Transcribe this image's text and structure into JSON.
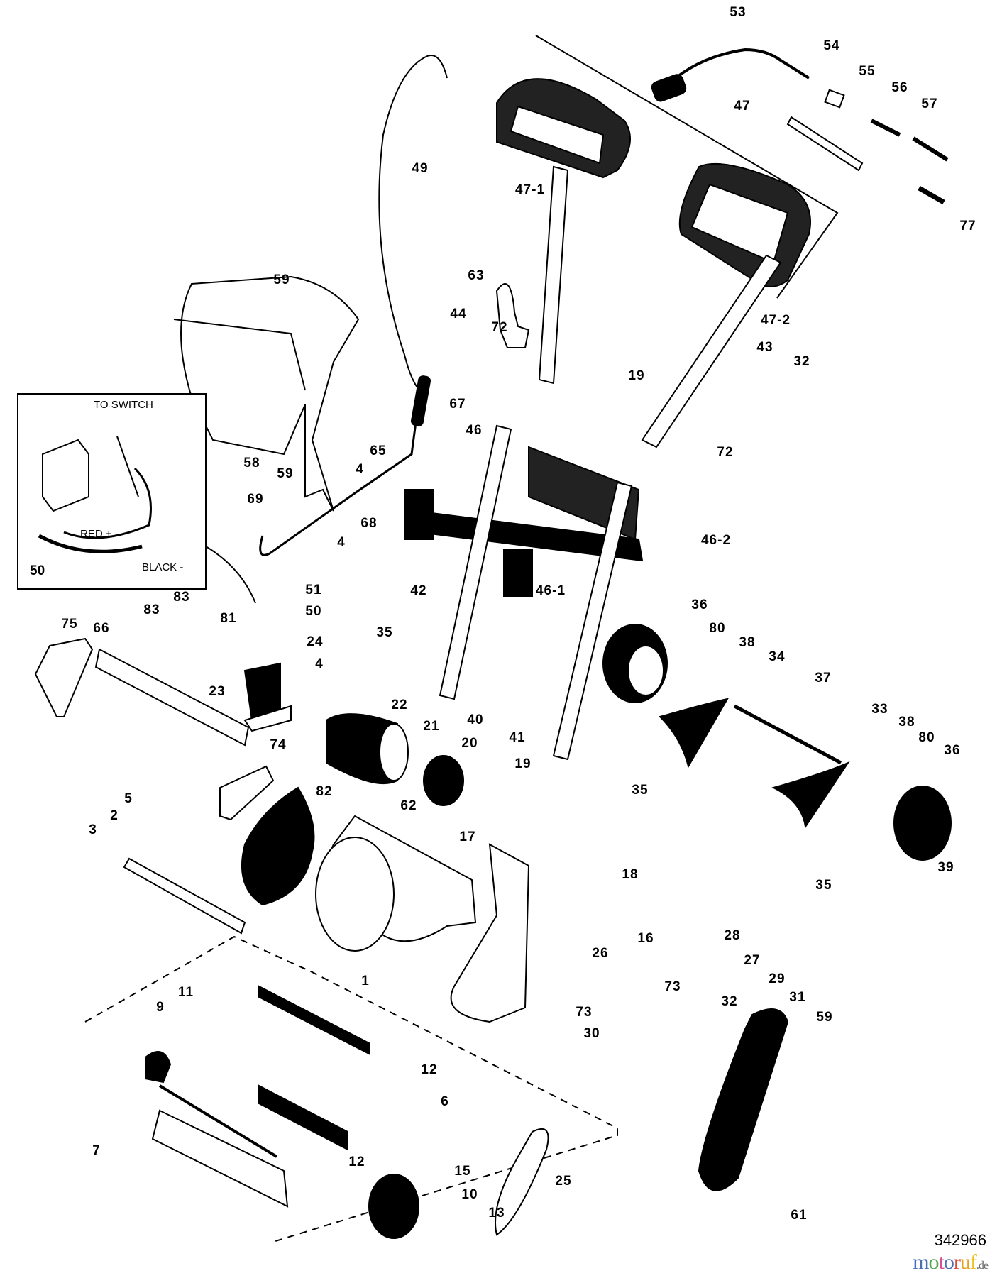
{
  "diagram": {
    "type": "exploded parts diagram",
    "part_number": "342966",
    "watermark": {
      "text": "motoruf",
      "suffix": ".de",
      "colors": [
        "#4a6fb5",
        "#55a84f",
        "#d94f8c",
        "#4a6fb5",
        "#e0463a",
        "#e8a020",
        "#f0c020"
      ]
    },
    "inset": {
      "label_switch": "TO SWITCH",
      "label_red": "RED +",
      "label_black": "BLACK -",
      "number": "50"
    },
    "callouts": [
      {
        "id": "c53",
        "text": "53"
      },
      {
        "id": "c54",
        "text": "54"
      },
      {
        "id": "c55",
        "text": "55"
      },
      {
        "id": "c56",
        "text": "56"
      },
      {
        "id": "c57",
        "text": "57"
      },
      {
        "id": "c47",
        "text": "47"
      },
      {
        "id": "c47-1",
        "text": "47-1"
      },
      {
        "id": "c77",
        "text": "77"
      },
      {
        "id": "c49",
        "text": "49"
      },
      {
        "id": "c63",
        "text": "63"
      },
      {
        "id": "c59a",
        "text": "59"
      },
      {
        "id": "c47-2",
        "text": "47-2"
      },
      {
        "id": "c43",
        "text": "43"
      },
      {
        "id": "c44",
        "text": "44"
      },
      {
        "id": "c72a",
        "text": "72"
      },
      {
        "id": "c19a",
        "text": "19"
      },
      {
        "id": "c32a",
        "text": "32"
      },
      {
        "id": "c67",
        "text": "67"
      },
      {
        "id": "c46",
        "text": "46"
      },
      {
        "id": "c72b",
        "text": "72"
      },
      {
        "id": "c58",
        "text": "58"
      },
      {
        "id": "c65",
        "text": "65"
      },
      {
        "id": "c59b",
        "text": "59"
      },
      {
        "id": "c4a",
        "text": "4"
      },
      {
        "id": "c69",
        "text": "69"
      },
      {
        "id": "c68",
        "text": "68"
      },
      {
        "id": "c4b",
        "text": "4"
      },
      {
        "id": "c46-2",
        "text": "46-2"
      },
      {
        "id": "c51",
        "text": "51"
      },
      {
        "id": "c50",
        "text": "50"
      },
      {
        "id": "c42",
        "text": "42"
      },
      {
        "id": "c46-1",
        "text": "46-1"
      },
      {
        "id": "c36a",
        "text": "36"
      },
      {
        "id": "c75",
        "text": "75"
      },
      {
        "id": "c66",
        "text": "66"
      },
      {
        "id": "c83a",
        "text": "83"
      },
      {
        "id": "c83b",
        "text": "83"
      },
      {
        "id": "c81",
        "text": "81"
      },
      {
        "id": "c24",
        "text": "24"
      },
      {
        "id": "c4c",
        "text": "4"
      },
      {
        "id": "c35a",
        "text": "35"
      },
      {
        "id": "c80a",
        "text": "80"
      },
      {
        "id": "c38a",
        "text": "38"
      },
      {
        "id": "c34",
        "text": "34"
      },
      {
        "id": "c23",
        "text": "23"
      },
      {
        "id": "c37",
        "text": "37"
      },
      {
        "id": "c40",
        "text": "40"
      },
      {
        "id": "c22",
        "text": "22"
      },
      {
        "id": "c41",
        "text": "41"
      },
      {
        "id": "c33",
        "text": "33"
      },
      {
        "id": "c38b",
        "text": "38"
      },
      {
        "id": "c80b",
        "text": "80"
      },
      {
        "id": "c36b",
        "text": "36"
      },
      {
        "id": "c21",
        "text": "21"
      },
      {
        "id": "c20",
        "text": "20"
      },
      {
        "id": "c19b",
        "text": "19"
      },
      {
        "id": "c35b",
        "text": "35"
      },
      {
        "id": "c74",
        "text": "74"
      },
      {
        "id": "c82",
        "text": "82"
      },
      {
        "id": "c62",
        "text": "62"
      },
      {
        "id": "c5",
        "text": "5"
      },
      {
        "id": "c2",
        "text": "2"
      },
      {
        "id": "c17",
        "text": "17"
      },
      {
        "id": "c3",
        "text": "3"
      },
      {
        "id": "c35c",
        "text": "35"
      },
      {
        "id": "c39",
        "text": "39"
      },
      {
        "id": "c18",
        "text": "18"
      },
      {
        "id": "c16",
        "text": "16"
      },
      {
        "id": "c26",
        "text": "26"
      },
      {
        "id": "c28",
        "text": "28"
      },
      {
        "id": "c27",
        "text": "27"
      },
      {
        "id": "c1",
        "text": "1"
      },
      {
        "id": "c73a",
        "text": "73"
      },
      {
        "id": "c73b",
        "text": "73"
      },
      {
        "id": "c29",
        "text": "29"
      },
      {
        "id": "c31",
        "text": "31"
      },
      {
        "id": "c32b",
        "text": "32"
      },
      {
        "id": "c30",
        "text": "30"
      },
      {
        "id": "c59c",
        "text": "59"
      },
      {
        "id": "c9",
        "text": "9"
      },
      {
        "id": "c11",
        "text": "11"
      },
      {
        "id": "c12a",
        "text": "12"
      },
      {
        "id": "c6",
        "text": "6"
      },
      {
        "id": "c7",
        "text": "7"
      },
      {
        "id": "c12b",
        "text": "12"
      },
      {
        "id": "c15",
        "text": "15"
      },
      {
        "id": "c25",
        "text": "25"
      },
      {
        "id": "c10",
        "text": "10"
      },
      {
        "id": "c13",
        "text": "13"
      },
      {
        "id": "c61",
        "text": "61"
      }
    ]
  }
}
